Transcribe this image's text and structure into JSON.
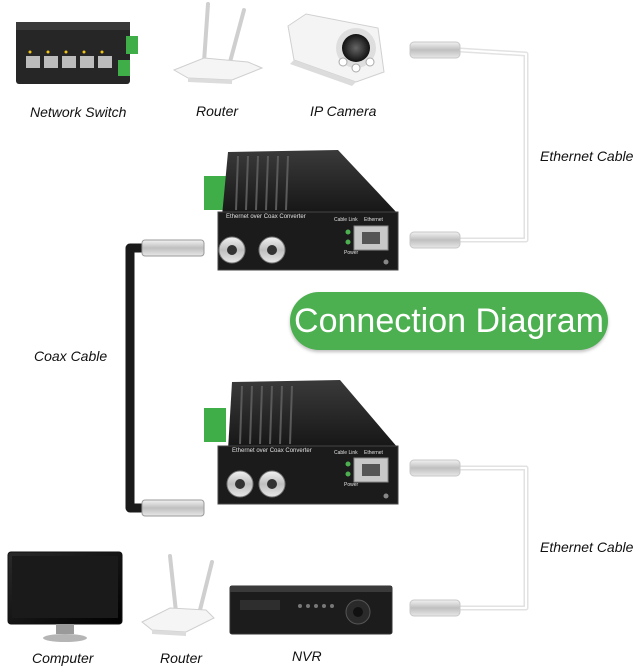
{
  "title": "Connection Diagram",
  "devices": {
    "network_switch": "Network Switch",
    "router_top": "Router",
    "ip_camera": "IP Camera",
    "computer": "Computer",
    "router_bottom": "Router",
    "nvr": "NVR"
  },
  "cables": {
    "ethernet_top": "Ethernet Cable",
    "coax": "Coax Cable",
    "ethernet_bottom": "Ethernet Cable"
  },
  "converter": {
    "name": "Ethernet over Coax Converter",
    "port_cable_link": "Cable Link",
    "port_ethernet": "Ethernet",
    "power": "Power"
  },
  "colors": {
    "accent": "#4caf50",
    "device_body": "#1f1f1f",
    "terminal": "#3fae49"
  }
}
